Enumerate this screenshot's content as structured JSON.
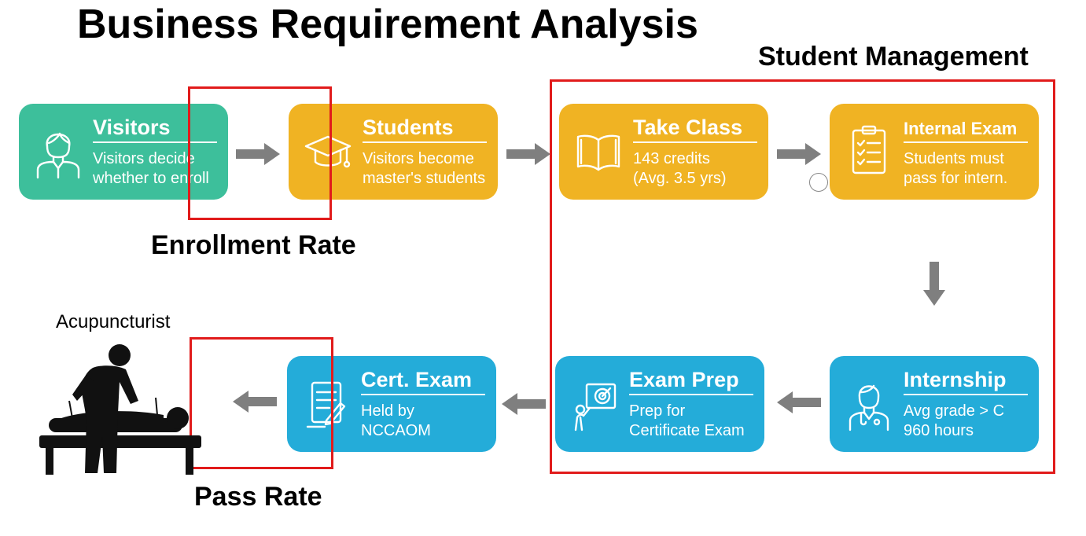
{
  "title": "Business Requirement Analysis",
  "section_student_management": "Student Management",
  "label_enrollment_rate": "Enrollment Rate",
  "label_pass_rate": "Pass Rate",
  "label_acupuncturist": "Acupuncturist",
  "colors": {
    "teal": "#3dbf9b",
    "orange": "#f0b323",
    "blue": "#24acd9",
    "arrow": "#7f7f7f",
    "highlight": "#e11b1b"
  },
  "cards": {
    "visitors": {
      "title": "Visitors",
      "line1": "Visitors decide",
      "line2": "whether to enroll",
      "icon": "woman-avatar-icon"
    },
    "students": {
      "title": "Students",
      "line1": "Visitors become",
      "line2": "master's students",
      "icon": "graduation-cap-icon"
    },
    "take_class": {
      "title": "Take Class",
      "line1": "143 credits",
      "line2": "(Avg. 3.5 yrs)",
      "icon": "open-book-icon"
    },
    "internal_exam": {
      "title": "Internal Exam",
      "line1": "Students must",
      "line2": "pass for intern.",
      "icon": "clipboard-checklist-icon"
    },
    "internship": {
      "title": "Internship",
      "line1": "Avg grade > C",
      "line2": "960 hours",
      "icon": "doctor-avatar-icon"
    },
    "exam_prep": {
      "title": "Exam Prep",
      "line1": "Prep for",
      "line2": "Certificate Exam",
      "icon": "target-presentation-icon"
    },
    "cert_exam": {
      "title": "Cert. Exam",
      "line1": "Held by",
      "line2": "NCCAOM",
      "icon": "exam-paper-icon"
    }
  }
}
